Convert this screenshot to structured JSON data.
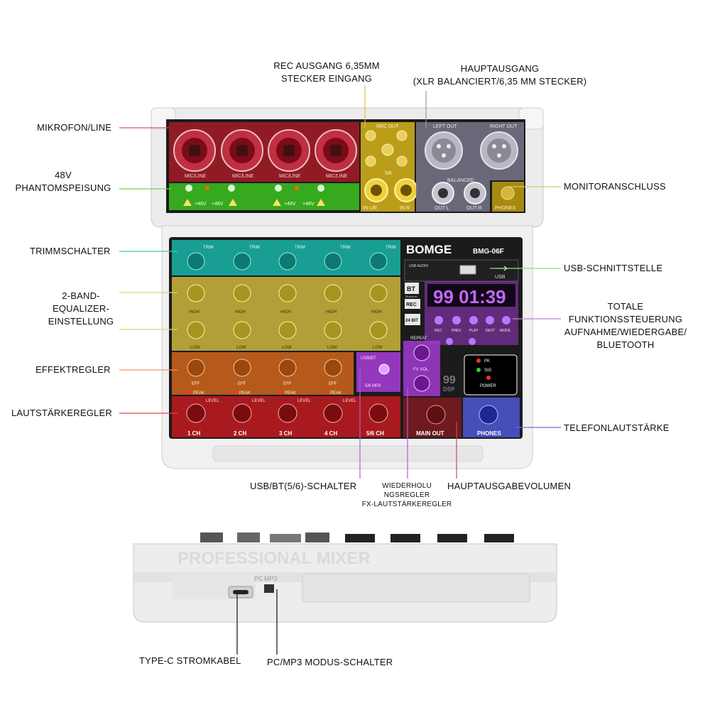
{
  "device": {
    "brand": "BOMGE",
    "model": "BMG-06F",
    "side_text": "PROFESSIONAL MIXER",
    "mic_line_label": "MIC/LINE",
    "phantom_label": "+48V",
    "rec_out_label": "REC OUT",
    "left_out_label": "LEFT OUT",
    "right_out_label": "RIGHT OUT",
    "balanced_label": "BALANCED",
    "out_l_label": "OUT-L",
    "out_r_label": "OUT-R",
    "phones_label": "PHONES",
    "in_lr_label": "IN L/R",
    "in_r_label": "IN R",
    "ch56_label": "5/6",
    "trim_label": "TRIM",
    "high_label": "HIGH",
    "low_label": "LOW",
    "eff_label": "EFF",
    "peak_label": "PEAK",
    "level_label": "LEVEL",
    "channels": [
      "1 CH",
      "2 CH",
      "3 CH",
      "4 CH",
      "5/6 CH"
    ],
    "main_out_label": "MAIN OUT",
    "phones_out_label": "PHONES",
    "usb_audio_label": "USB AUDIO",
    "usb_label": "USB",
    "bt_label": "BT",
    "bt_sub": "Bluetooth",
    "rec_label": "REC",
    "bit_label": "24 BIT",
    "display_text": "99 01:39",
    "buttons": [
      "REC",
      "PREV",
      "PLAY",
      "NEXT",
      "MODE"
    ],
    "repeat_label": "REPEAT",
    "fx_vol_label": "FX VOL",
    "dsp_label": "DSP",
    "dsp_num": "99",
    "pk_label": "PK",
    "sig_label": "SIG",
    "power_label": "POWER",
    "usb_bt_label": "USB/BT",
    "mp3_label": "5/6 MP3",
    "pc_label": "PC",
    "mp3_switch_label": "MP3"
  },
  "callouts": {
    "rec_out": [
      "REC AUSGANG 6,35MM",
      "STECKER EINGANG"
    ],
    "main_out": [
      "HAUPTAUSGANG",
      "(XLR BALANCIERT/6,35 MM STECKER)"
    ],
    "mic_line": "MIKROFON/LINE",
    "phantom": [
      "48V",
      "PHANTOMSPEISUNG"
    ],
    "monitor": "MONITORANSCHLUSS",
    "trim": "TRIMMSCHALTER",
    "usb_port": "USB-SCHNITTSTELLE",
    "eq": [
      "2-BAND-",
      "EQUALIZER-",
      "EINSTELLUNG"
    ],
    "function": [
      "TOTALE",
      "FUNKTIONSSTEUERUNG",
      "AUFNAHME/WIEDERGABE/",
      "BLUETOOTH"
    ],
    "effect": "EFFEKTREGLER",
    "volume": "LAUTSTÄRKEREGLER",
    "phones_volume": "TELEFONLAUTSTÄRKE",
    "usb_bt_switch": "USB/BT(5/6)-SCHALTER",
    "repeat": [
      "WIEDERHOLU",
      "NGSREGLER",
      "FX-LAUTSTÄRKEREGLER"
    ],
    "main_volume": "HAUPTAUSGABEVOLUMEN",
    "typec": "TYPE-C STROMKABEL",
    "pc_mp3": "PC/MP3 MODUS-SCHALTER"
  },
  "colors": {
    "mic_zone": "#9b1b25",
    "phantom_zone": "#39b51e",
    "rec_zone": "#c9a81a",
    "out_zone": "#6d6d7d",
    "trim_zone": "#18a99d",
    "eq_zone": "#c7b23c",
    "eff_zone": "#c6621c",
    "level_zone": "#b51a20",
    "purple": "#9a39c6",
    "phones_zone": "#4a52c8",
    "usb_line": "#9bd68a",
    "panel_bg": "#1b1b1b"
  }
}
